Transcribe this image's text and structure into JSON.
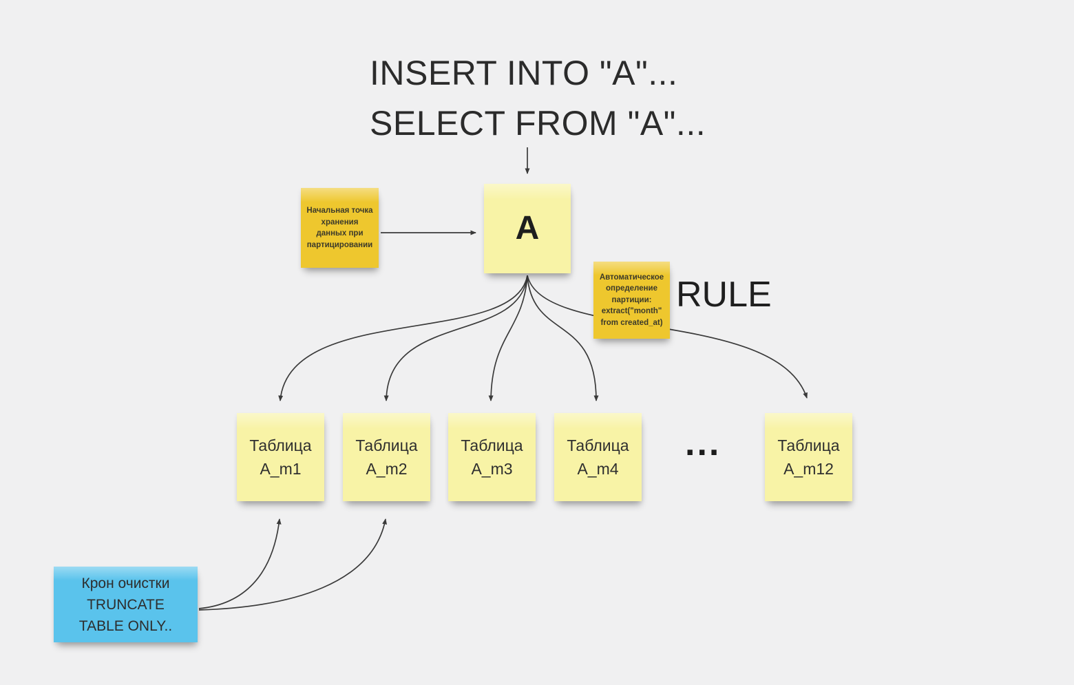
{
  "title": {
    "line1": "INSERT INTO \"A\"...",
    "line2": "SELECT FROM \"A\"..."
  },
  "root_note": {
    "label": "A"
  },
  "start_point_note": {
    "text": "Начальная точка\nхранения\nданных при\nпартицировании"
  },
  "rule_note": {
    "text": "Автоматическое\nопределение\nпартиции:\nextract(\"month\"\nfrom created_at)"
  },
  "rule_label": "RULE",
  "partition_notes": [
    {
      "text": "Таблица\nA_m1"
    },
    {
      "text": "Таблица\nA_m2"
    },
    {
      "text": "Таблица\nA_m3"
    },
    {
      "text": "Таблица\nA_m4"
    },
    {
      "text": "Таблица\nA_m12"
    }
  ],
  "ellipsis": "...",
  "cron_note": {
    "text": "Крон очистки\nTRUNCATE\nTABLE ONLY.."
  },
  "colors": {
    "background": "#f0f0f1",
    "note_yellow_light": "#f8f3a6",
    "note_gold": "#eec72e",
    "note_blue": "#5ac3ec",
    "arrow": "#3a3a3a",
    "text_dark": "#2b2b2b",
    "note_text": "#2f2f2f"
  }
}
